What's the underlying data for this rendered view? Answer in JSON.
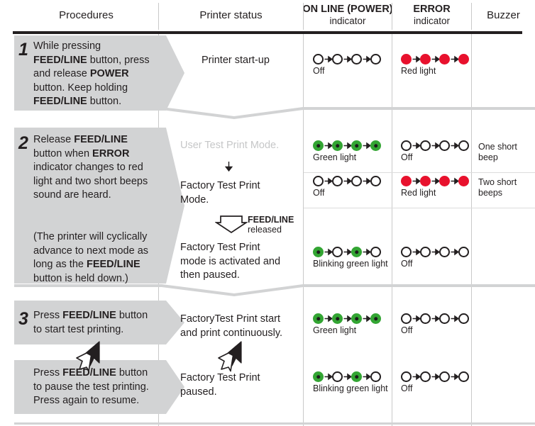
{
  "header": {
    "columns": [
      {
        "id": "procedures",
        "line1": "Procedures",
        "line1_bold": false,
        "line2": ""
      },
      {
        "id": "printer-status",
        "line1": "Printer status",
        "line1_bold": false,
        "line2": ""
      },
      {
        "id": "online-indicator",
        "line1": "ON LINE (POWER)",
        "line1_bold": true,
        "line2": "indicator"
      },
      {
        "id": "error-indicator",
        "line1": "ERROR",
        "line1_bold": true,
        "line2": "indicator"
      },
      {
        "id": "buzzer",
        "line1": "Buzzer",
        "line1_bold": false,
        "line2": ""
      }
    ]
  },
  "colors": {
    "green": "#33a533",
    "red": "#e8112d",
    "gray_block": "#d2d3d4",
    "muted_text": "#c6c7c8",
    "rule": "#c9c9c9",
    "ink": "#231f20"
  },
  "steps": [
    {
      "number": "1",
      "text_html": "While pressing<br><b>FEED/LINE</b> button, press<br>and release <b>POWER</b><br>button. Keep holding<br><b>FEED/LINE</b> button.",
      "note_html": ""
    },
    {
      "number": "2",
      "text_html": "Release <b>FEED/LINE</b><br>button when <b>ERROR</b><br>indicator changes to red<br>light and two short beeps<br>sound are heard.",
      "note_html": "(The printer will cyclically<br>advance to next mode as<br>long as the <b>FEED/LINE</b><br>button is held down.)"
    },
    {
      "number": "3",
      "text_html": "Press <b>FEED/LINE</b> button<br>to start test printing.",
      "note_html": "Press <b>FEED/LINE</b> button<br>to pause the test printing.<br>Press again to resume."
    }
  ],
  "printer_status": {
    "row1": "Printer start-up",
    "row2_muted": "User Test Print Mode.",
    "row2_b": "Factory Test Print<br>Mode.",
    "row2_c": "Factory Test Print<br>mode is activated and<br>then paused.",
    "released_label_bold": "FEED/LINE",
    "released_label": "released",
    "row3_a": "FactoryTest Print start<br>and print continuously.",
    "row3_b": "Factory Test Print<br>paused."
  },
  "indicators": {
    "r1_online": {
      "pattern": [
        "off",
        "off",
        "off",
        "off"
      ],
      "label": "Off"
    },
    "r1_error": {
      "pattern": [
        "red",
        "red",
        "red",
        "red"
      ],
      "label": "Red light"
    },
    "r2a_online": {
      "pattern": [
        "green",
        "green",
        "green",
        "green"
      ],
      "label": "Green light"
    },
    "r2a_error": {
      "pattern": [
        "off",
        "off",
        "off",
        "off"
      ],
      "label": "Off"
    },
    "r2b_online": {
      "pattern": [
        "off",
        "off",
        "off",
        "off"
      ],
      "label": "Off"
    },
    "r2b_error": {
      "pattern": [
        "red",
        "red",
        "red",
        "red"
      ],
      "label": "Red light"
    },
    "r2c_online": {
      "pattern": [
        "green",
        "off",
        "green",
        "off"
      ],
      "label": "Blinking green light"
    },
    "r2c_error": {
      "pattern": [
        "off",
        "off",
        "off",
        "off"
      ],
      "label": "Off"
    },
    "r3a_online": {
      "pattern": [
        "green",
        "green",
        "green",
        "green"
      ],
      "label": "Green light"
    },
    "r3a_error": {
      "pattern": [
        "off",
        "off",
        "off",
        "off"
      ],
      "label": "Off"
    },
    "r3b_online": {
      "pattern": [
        "green",
        "off",
        "green",
        "off"
      ],
      "label": "Blinking green light"
    },
    "r3b_error": {
      "pattern": [
        "off",
        "off",
        "off",
        "off"
      ],
      "label": "Off"
    }
  },
  "buzzer": {
    "r2a": "One short<br>beep",
    "r2b": "Two short<br>beeps"
  }
}
